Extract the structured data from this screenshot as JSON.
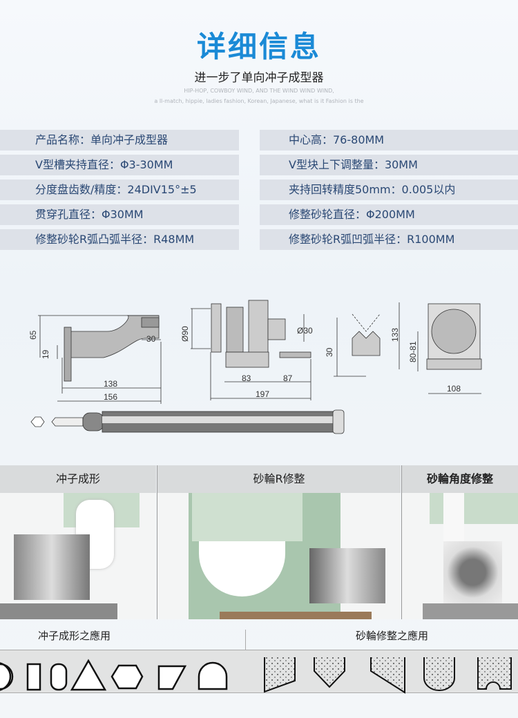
{
  "header": {
    "title": "详细信息",
    "subtitle": "进一步了单向冲子成型器",
    "tagline1": "HIP-HOP, COWBOY WIND, AND THE WIND WIND WIND,",
    "tagline2": "a ll-match, hippie, ladies fashion, Korean, Japanese, what is it Fashion is the"
  },
  "specs": {
    "left": [
      "产品名称：单向冲子成型器",
      "V型槽夹持直径：Φ3-30MM",
      "分度盘齿数/精度：24DIV15°±5",
      "贯穿孔直径：Φ30MM",
      "修整砂轮R弧凸弧半径：R48MM"
    ],
    "right": [
      "中心高：76-80MM",
      "V型块上下调整量：30MM",
      "夹持回转精度50mm：0.005以内",
      "修整砂轮直径：Φ200MM",
      "修整砂轮R弧凹弧半径：R100MM"
    ]
  },
  "diagram": {
    "d65": "65",
    "d19": "19",
    "d30a": "30",
    "d138": "138",
    "d156": "156",
    "d90": "Ø90",
    "d30b": "Ø30",
    "d83": "83",
    "d87": "87",
    "d197": "197",
    "d30c": "30",
    "d133": "133",
    "d8081": "80-81",
    "d108": "108"
  },
  "photos": {
    "labels": [
      "冲子成形",
      "砂輪R修整",
      "砂輪角度修整"
    ]
  },
  "applications": {
    "punch": "冲子成形之應用",
    "wheel": "砂輪修整之應用"
  },
  "colors": {
    "title": "#1b8ad6",
    "spec_bg": "#dde1e8",
    "spec_text": "#2a4874"
  }
}
